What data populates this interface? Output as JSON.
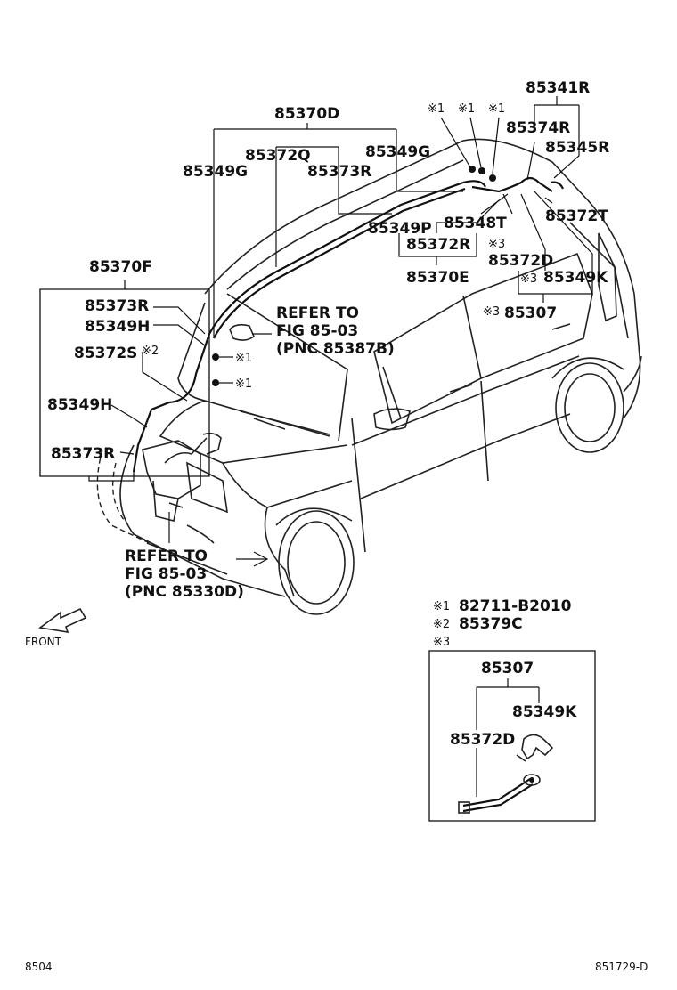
{
  "labels": {
    "p85341R": "85341R",
    "p85370D": "85370D",
    "p85374R": "85374R",
    "p85345R": "85345R",
    "p85349G_a": "85349G",
    "p85372Q": "85372Q",
    "p85373R_a": "85373R",
    "p85349G_b": "85349G",
    "p85372T": "85372T",
    "p85349P": "85349P",
    "p85348T": "85348T",
    "p85372R": "85372R",
    "p85372D": "85372D",
    "p85370E": "85370E",
    "p85349K": "85349K",
    "p85370F": "85370F",
    "p85307": "85307",
    "p85373R_b": "85373R",
    "p85349H_a": "85349H",
    "p85372S": "85372S",
    "p85349H_b": "85349H",
    "p85373R_c": "85373R"
  },
  "marks": {
    "n1": "※1",
    "n2": "※2",
    "n3": "※3"
  },
  "refer_top": {
    "line1": "REFER TO",
    "line2": "FIG 85-03",
    "line3": "(PNC 85387B)"
  },
  "refer_bottom": {
    "line1": "REFER TO",
    "line2": "FIG 85-03",
    "line3": "(PNC 85330D)"
  },
  "front_label": "FRONT",
  "notes": {
    "note1_part": "82711-B2010",
    "note2_part": "85379C"
  },
  "inset": {
    "title": "85307",
    "part_a": "85349K",
    "part_b": "85372D"
  },
  "footer": {
    "left": "8504",
    "right": "851729-D"
  }
}
